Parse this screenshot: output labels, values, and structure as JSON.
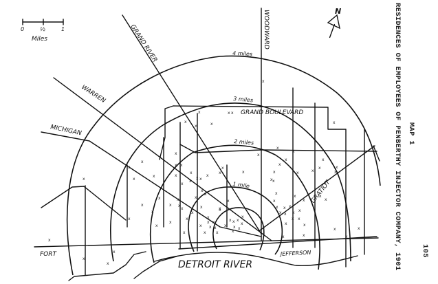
{
  "page": {
    "page_number": "105",
    "map_label": "MAP 1",
    "title": "RESIDENCES OF EMPLOYEES OF PENBERTHY INJECTOR COMPANY, 1901"
  },
  "scale_bar": {
    "ticks": [
      "0",
      "½",
      "1"
    ],
    "unit": "Miles"
  },
  "north_arrow": {
    "label": "N"
  },
  "streets": {
    "grand_river": "GRAND RIVER",
    "woodward": "WOODWARD",
    "warren": "WARREN",
    "michigan": "MICHIGAN",
    "grand_boulevard": "GRAND BOULEVARD",
    "gratiot": "GRATIOT",
    "jefferson": "JEFFERSON",
    "fort": "FORT"
  },
  "water": {
    "detroit_river": "DETROIT RIVER"
  },
  "distance_rings": [
    {
      "label": "1 mile"
    },
    {
      "label": "2 miles"
    },
    {
      "label": "3 miles"
    },
    {
      "label": "4 miles"
    }
  ],
  "residence_marker": "x",
  "colors": {
    "ink": "#111111",
    "paper": "#ffffff"
  }
}
